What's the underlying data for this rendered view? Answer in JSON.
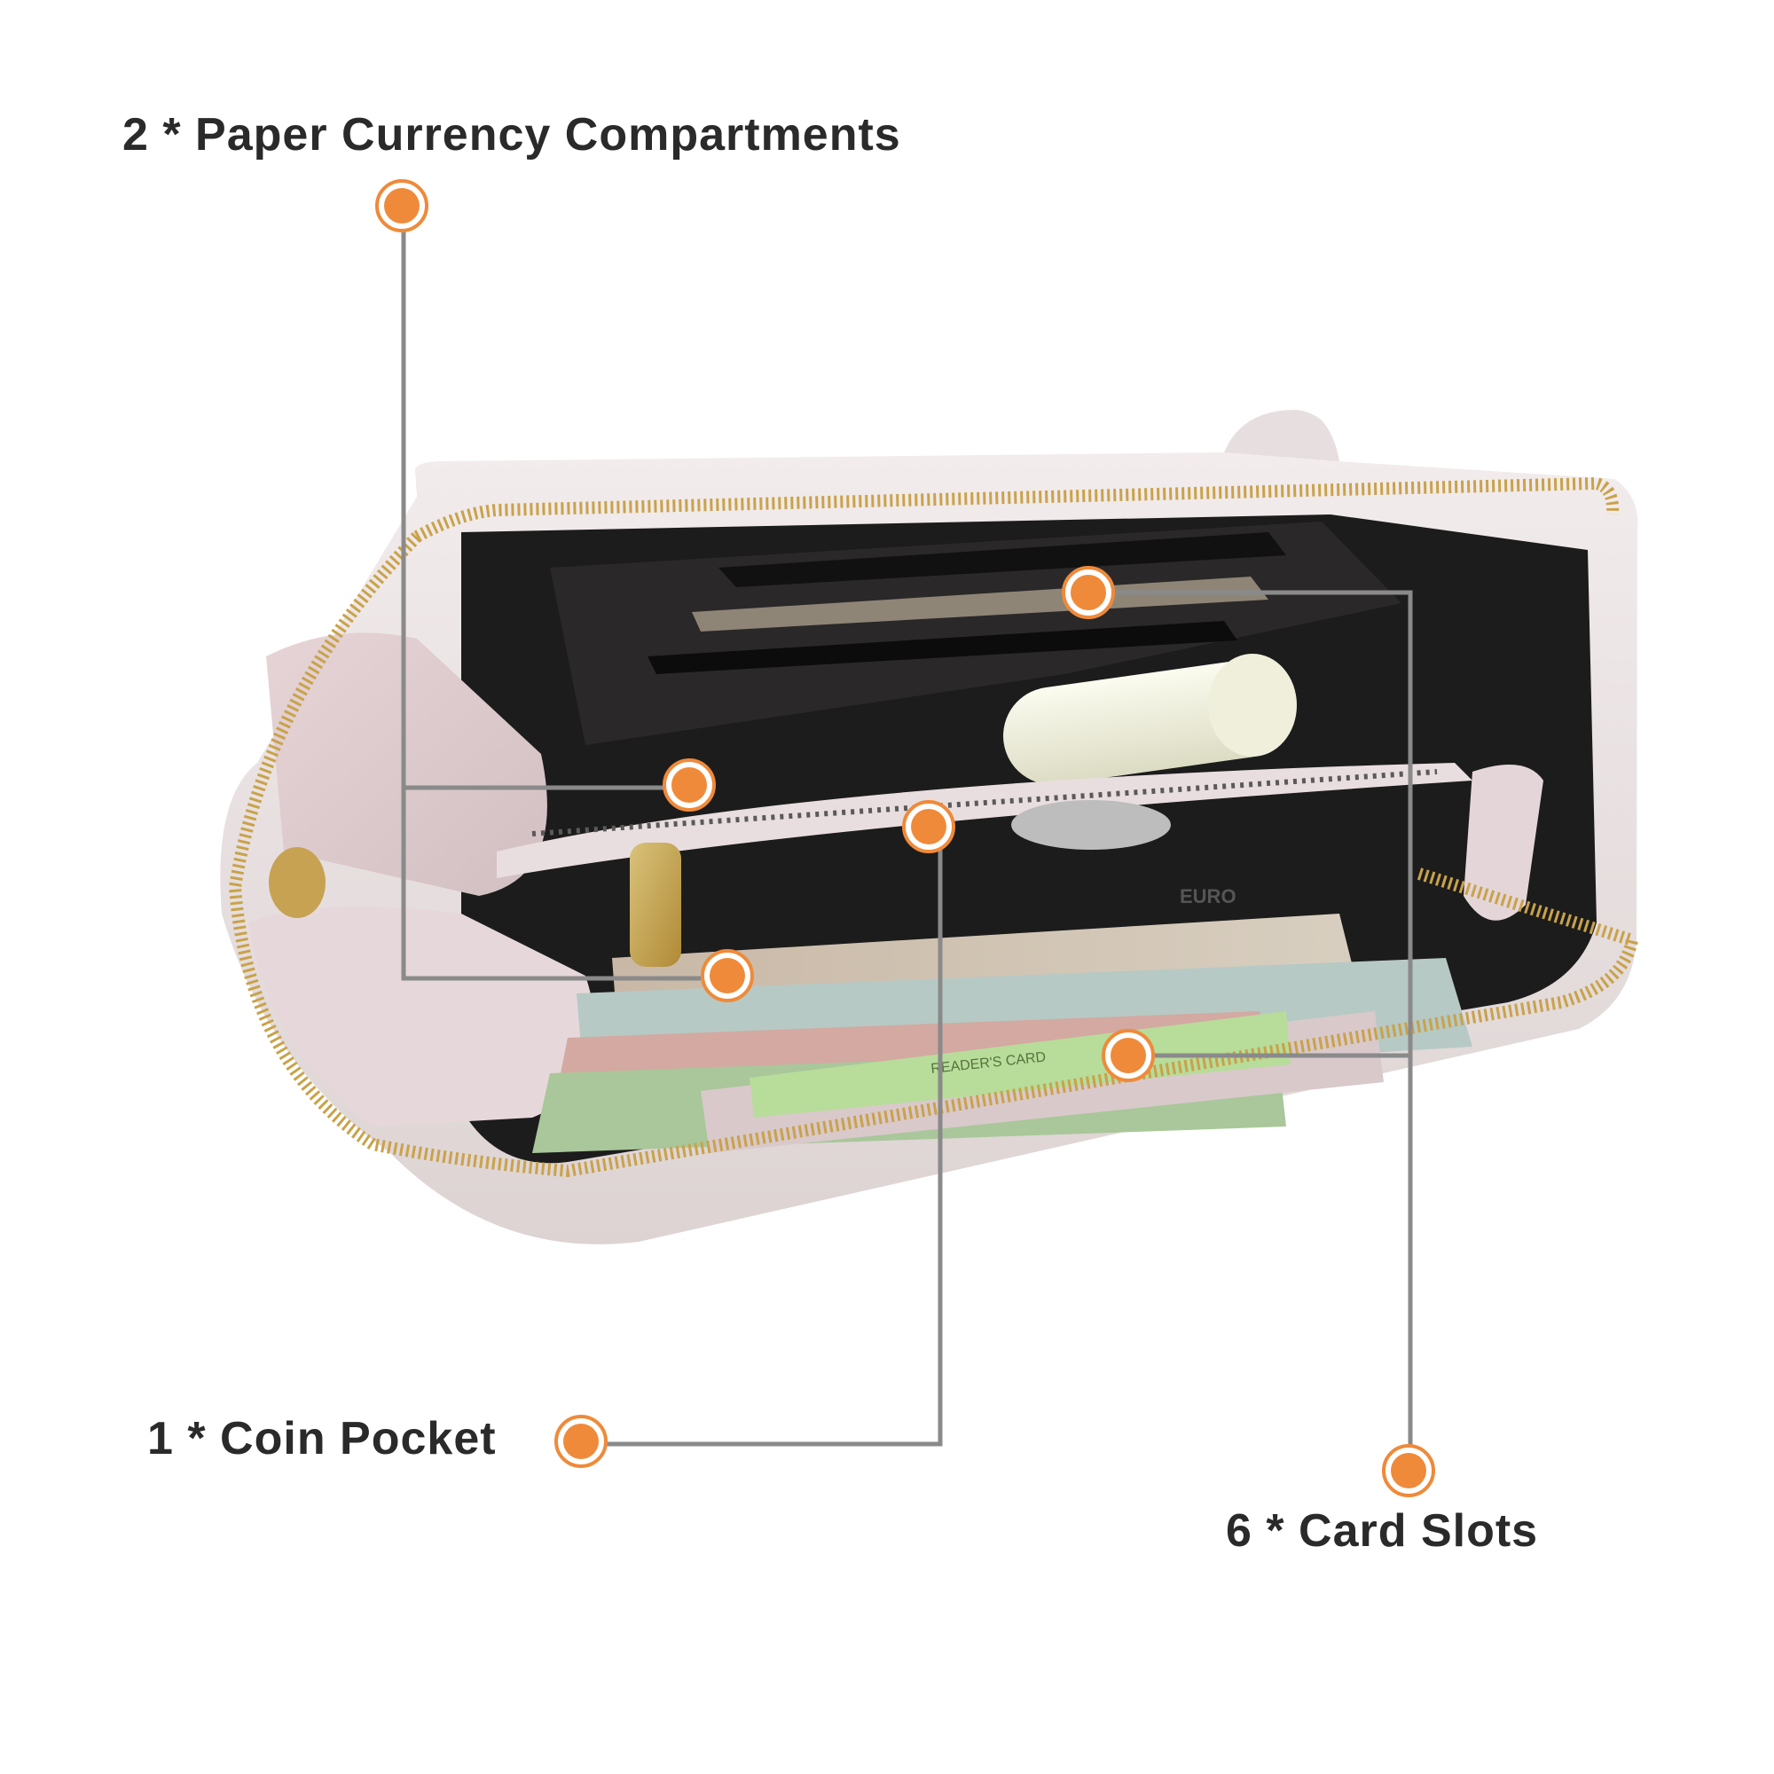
{
  "callouts": {
    "paper_currency": "2 * Paper Currency Compartments",
    "coin_pocket": "1 * Coin Pocket",
    "card_slots": "6 * Card Slots"
  },
  "banknote_text": "EURO",
  "card_text": "READER'S CARD",
  "colors": {
    "marker": "#ef8a3a",
    "leader_line": "#8a8a8a",
    "wallet_leather": "#ece4e4",
    "lining": "#1d1c1c",
    "zipper": "#c9a24a"
  }
}
